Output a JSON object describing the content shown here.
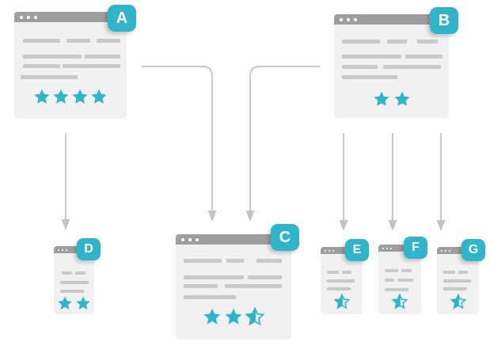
{
  "colors": {
    "accent_teal": "#30b5c8",
    "titlebar_gray": "#9e9e9e",
    "window_bg": "#f1f1f2",
    "skeleton_bar": "#c9c9ca",
    "arrow_gray": "#c9c9c9",
    "arrowhead_gray": "#c3c3c3",
    "badge_text": "#ffffff"
  },
  "windows": [
    {
      "id": "a",
      "badge": "A",
      "rating": 4,
      "size": "large"
    },
    {
      "id": "b",
      "badge": "B",
      "rating": 2,
      "size": "large"
    },
    {
      "id": "c",
      "badge": "C",
      "rating": 2.5,
      "size": "large"
    },
    {
      "id": "d",
      "badge": "D",
      "rating": 2,
      "size": "small"
    },
    {
      "id": "e",
      "badge": "E",
      "rating": 0.5,
      "size": "small"
    },
    {
      "id": "f",
      "badge": "F",
      "rating": 0.5,
      "size": "small"
    },
    {
      "id": "g",
      "badge": "G",
      "rating": 0.5,
      "size": "small"
    }
  ],
  "edges": [
    {
      "from": "a",
      "to": "d"
    },
    {
      "from": "a",
      "to": "c"
    },
    {
      "from": "b",
      "to": "c"
    },
    {
      "from": "b",
      "to": "e"
    },
    {
      "from": "b",
      "to": "f"
    },
    {
      "from": "b",
      "to": "g"
    }
  ]
}
